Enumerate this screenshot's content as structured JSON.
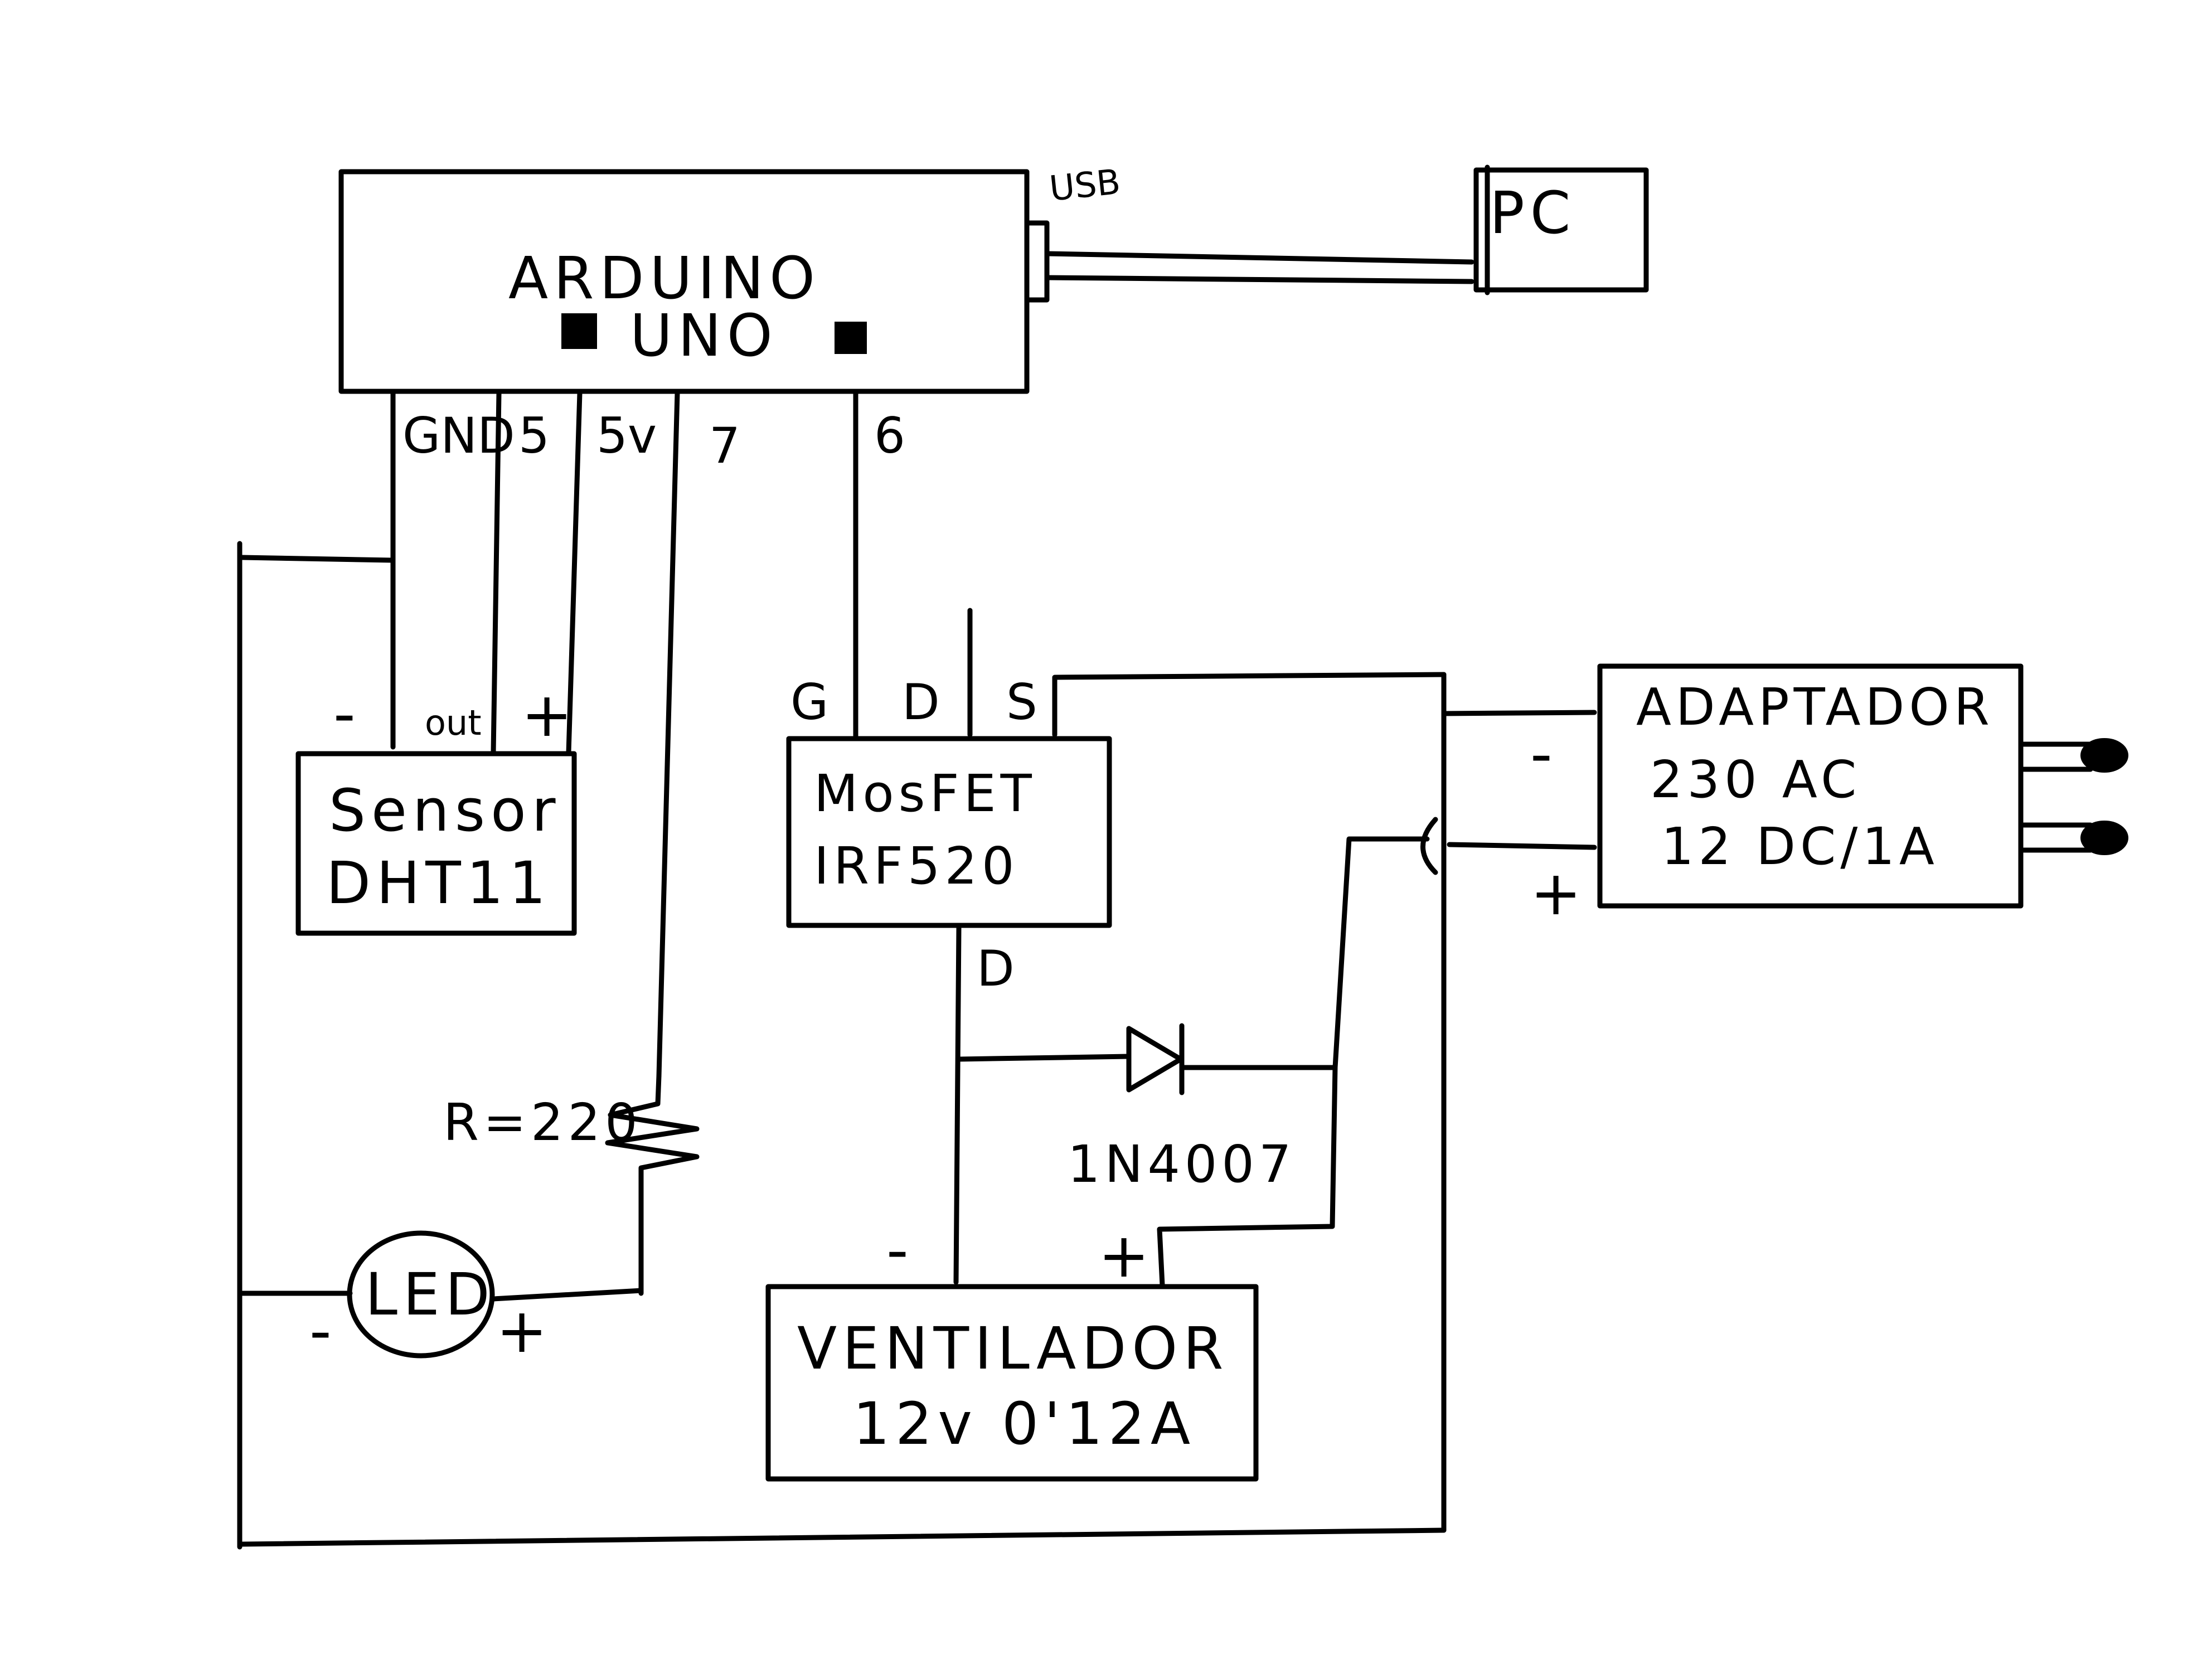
{
  "arduino": {
    "line1": "ARDUINO",
    "line2": "UNO",
    "usb": "USB"
  },
  "pc": {
    "label": "PC"
  },
  "arduino_pins": {
    "gnd": "GND",
    "p5": "5",
    "p5v": "5v",
    "p7": "7",
    "p6": "6"
  },
  "sensor": {
    "line1": "Sensor",
    "line2": "DHT11",
    "minus": "-",
    "out": "out",
    "plus": "+"
  },
  "mosfet": {
    "line1": "MosFET",
    "line2": "IRF520",
    "g": "G",
    "d": "D",
    "s": "S",
    "d_bottom": "D"
  },
  "adapter": {
    "line1": "ADAPTADOR",
    "line2": "230 AC",
    "line3": "12 DC/1A",
    "minus": "-",
    "plus": "+"
  },
  "resistor": {
    "label": "R=220"
  },
  "led": {
    "label": "LED",
    "minus": "-",
    "plus": "+"
  },
  "diode": {
    "label": "1N4007"
  },
  "fan": {
    "line1": "VENTILADOR",
    "line2": "12v 0'12A",
    "minus": "-",
    "plus": "+"
  }
}
